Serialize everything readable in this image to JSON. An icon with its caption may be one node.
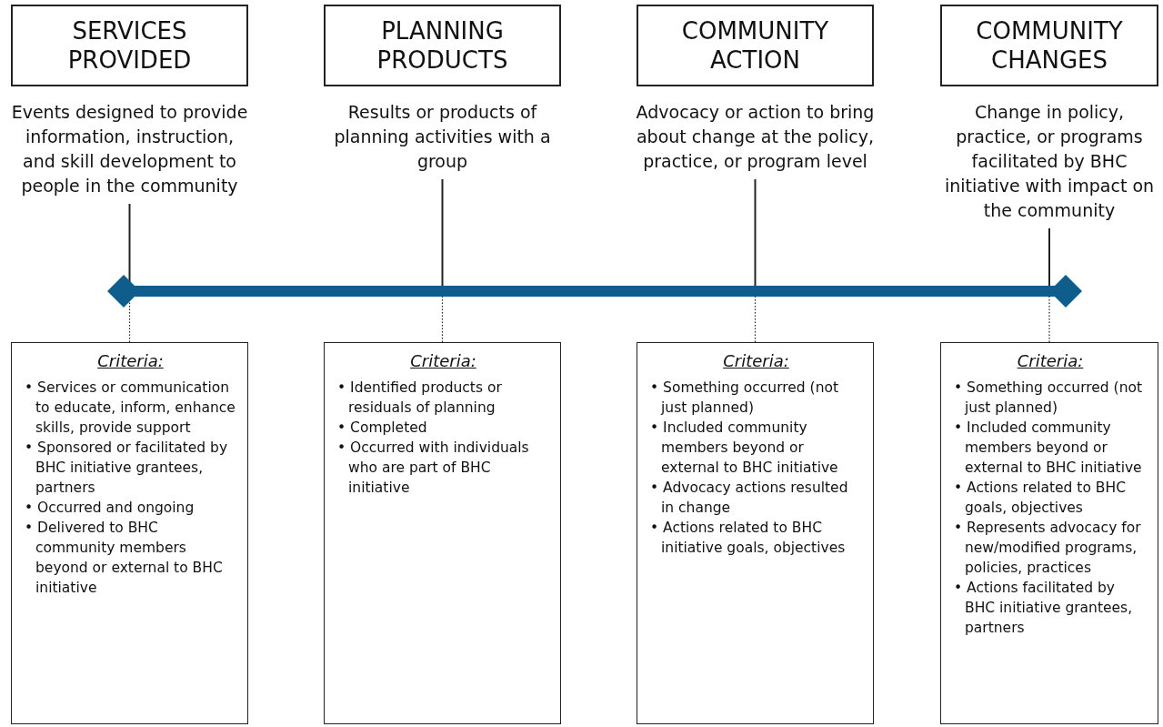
{
  "diagram": {
    "nodes": [
      {
        "text": [
          "SERVICES PROVIDED"
        ]
      },
      {
        "text": [
          "PLANNING PRODUCTS"
        ]
      },
      {
        "text": [
          "COMMUNITY ACTION"
        ]
      },
      {
        "text": [
          "COMMUNITY CHANGES"
        ]
      },
      {
        "text": [
          "Events designed to provide information, instruction, and skill development to people in the community"
        ]
      },
      {
        "text": [
          "Results or products of planning activities with a group"
        ]
      },
      {
        "text": [
          "Advocacy or action to bring about change at the policy, practice, or program level"
        ]
      },
      {
        "text": [
          "Change in policy, practice, or programs facilitated by BHC initiative with impact on the community"
        ]
      },
      {
        "text": [],
        "shape": "bar"
      },
      {
        "text": [
          "Criteria:",
          "• Services or communication to educate, inform, enhance skills, provide support",
          "• Sponsored or facilitated by BHC initiative grantees, partners",
          "• Occurred and ongoing",
          "• Delivered to BHC community members beyond or external to BHC initiative"
        ]
      },
      {
        "text": [
          "Criteria:",
          "• Identified products or residuals of planning",
          "• Completed",
          "• Occurred with individuals who are part of BHC initiative"
        ]
      },
      {
        "text": [
          "Criteria:",
          "• Something occurred (not just planned)",
          "• Included community members beyond or external to BHC initiative",
          "• Advocacy actions resulted in change",
          "• Actions related to BHC initiative goals, objectives"
        ]
      },
      {
        "text": [
          "Criteria:",
          "• Something occurred (not just planned)",
          "• Included community members beyond or external to BHC initiative",
          "• Actions related to BHC goals, objectives",
          "• Represents advocacy for new/modified programs, policies, practices",
          "• Actions facilitated by BHC initiative grantees, partners"
        ]
      }
    ],
    "edges": [
      {
        "from": 4,
        "to": 8,
        "arrow": "none"
      },
      {
        "from": 5,
        "to": 8,
        "arrow": "none"
      },
      {
        "from": 6,
        "to": 8,
        "arrow": "none"
      },
      {
        "from": 7,
        "to": 8,
        "arrow": "none"
      },
      {
        "from": 8,
        "to": 9,
        "arrow": "none",
        "style": "dashed"
      },
      {
        "from": 8,
        "to": 10,
        "arrow": "none",
        "style": "dashed"
      },
      {
        "from": 8,
        "to": 11,
        "arrow": "none",
        "style": "dashed"
      },
      {
        "from": 8,
        "to": 12,
        "arrow": "none",
        "style": "dashed"
      }
    ]
  }
}
